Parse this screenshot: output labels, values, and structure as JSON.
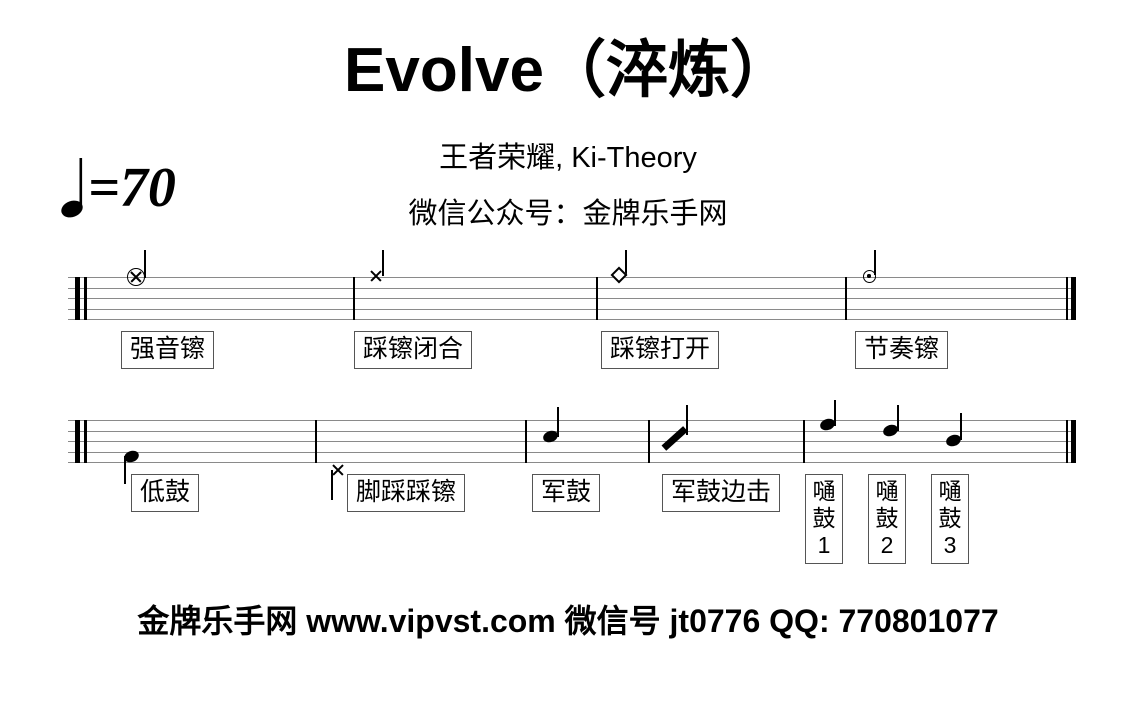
{
  "sheet": {
    "title": "Evolve（淬炼）",
    "artist_line": "王者荣耀, Ki-Theory",
    "wechat_line": "微信公众号：金牌乐手网",
    "tempo": {
      "note_icon": "quarter-note",
      "marking": "=70",
      "bpm": 70
    },
    "footer": "金牌乐手网 www.vipvst.com  微信号 jt0776   QQ: 770801077"
  },
  "legend": {
    "system1": {
      "notes": [
        {
          "label": "强音镲",
          "notehead": "circle-x",
          "meaning": "crash-cymbal"
        },
        {
          "label": "踩镲闭合",
          "notehead": "x",
          "meaning": "hi-hat-closed"
        },
        {
          "label": "踩镲打开",
          "notehead": "diamond-open",
          "meaning": "hi-hat-open"
        },
        {
          "label": "节奏镲",
          "notehead": "circle-dot",
          "meaning": "ride-bell"
        }
      ]
    },
    "system2": {
      "notes": [
        {
          "label": "低鼓",
          "notehead": "filled",
          "meaning": "bass-drum"
        },
        {
          "label": "脚踩踩镲",
          "notehead": "x",
          "meaning": "hi-hat-foot"
        },
        {
          "label": "军鼓",
          "notehead": "filled",
          "meaning": "snare-drum"
        },
        {
          "label": "军鼓边击",
          "notehead": "slash-filled",
          "meaning": "snare-rim-shot"
        },
        {
          "label": "嗵鼓 1",
          "label_lines": [
            "嗵",
            "鼓",
            "1"
          ],
          "notehead": "filled",
          "meaning": "tom-1"
        },
        {
          "label": "嗵鼓 2",
          "label_lines": [
            "嗵",
            "鼓",
            "2"
          ],
          "notehead": "filled",
          "meaning": "tom-2"
        },
        {
          "label": "嗵鼓 3",
          "label_lines": [
            "嗵",
            "鼓",
            "3"
          ],
          "notehead": "filled",
          "meaning": "tom-3"
        }
      ]
    }
  },
  "colors": {
    "ink": "#000000",
    "staff_line": "#8a8a8a",
    "label_border": "#555555",
    "background": "#ffffff"
  }
}
